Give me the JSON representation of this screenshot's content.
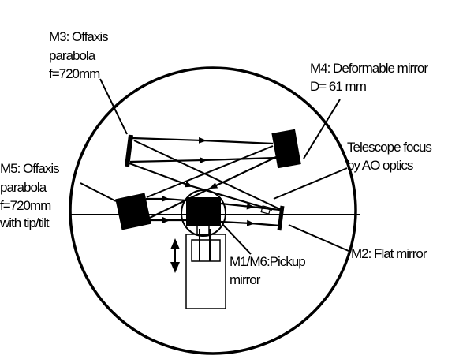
{
  "labels": {
    "m3": [
      "M3: Offaxis",
      "parabola",
      "f=720mm"
    ],
    "m4": [
      "M4: Deformable mirror",
      "D= 61 mm"
    ],
    "focus": [
      "Telescope focus",
      "by AO optics"
    ],
    "m5": [
      "M5: Offaxis",
      "parabola",
      "f=720mm",
      "with tip/tilt"
    ],
    "m2": [
      "M2: Flat mirror"
    ],
    "m1m6": [
      "M1/M6:Pickup",
      "mirror"
    ]
  },
  "colors": {
    "ink": "#000000",
    "background": "#ffffff"
  }
}
